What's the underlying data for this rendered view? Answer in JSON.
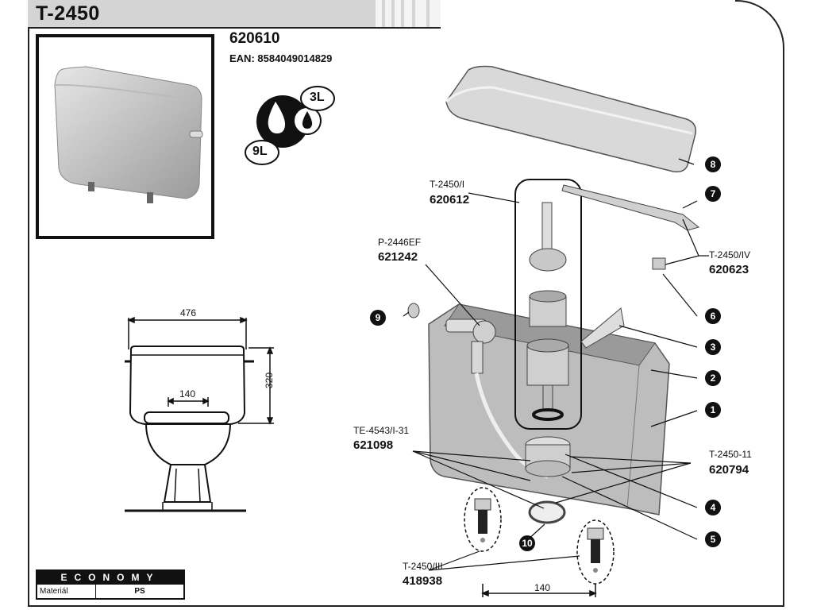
{
  "header": {
    "title": "T-2450"
  },
  "product": {
    "code": "620610",
    "ean": "EAN: 8584049014829"
  },
  "flush": {
    "small": "3L",
    "large": "9L"
  },
  "dimensions": {
    "width": "476",
    "height": "320",
    "spacing_top": "140",
    "spacing_bottom": "140"
  },
  "parts": {
    "valve": {
      "label": "T-2450/I",
      "code": "620612"
    },
    "inlet": {
      "label": "P-2446EF",
      "code": "621242"
    },
    "lever": {
      "label": "T-2450/IV",
      "code": "620623"
    },
    "gasket": {
      "label": "TE-4543/I-31",
      "code": "621098"
    },
    "nut": {
      "label": "T-2450-11",
      "code": "620794"
    },
    "bolts": {
      "label": "T-2450/III",
      "code": "418938"
    }
  },
  "callouts": [
    "1",
    "2",
    "3",
    "4",
    "5",
    "6",
    "7",
    "8",
    "9",
    "10"
  ],
  "economy": {
    "title": "ECONOMY",
    "material_key": "Materiál",
    "material_value": "PS"
  }
}
